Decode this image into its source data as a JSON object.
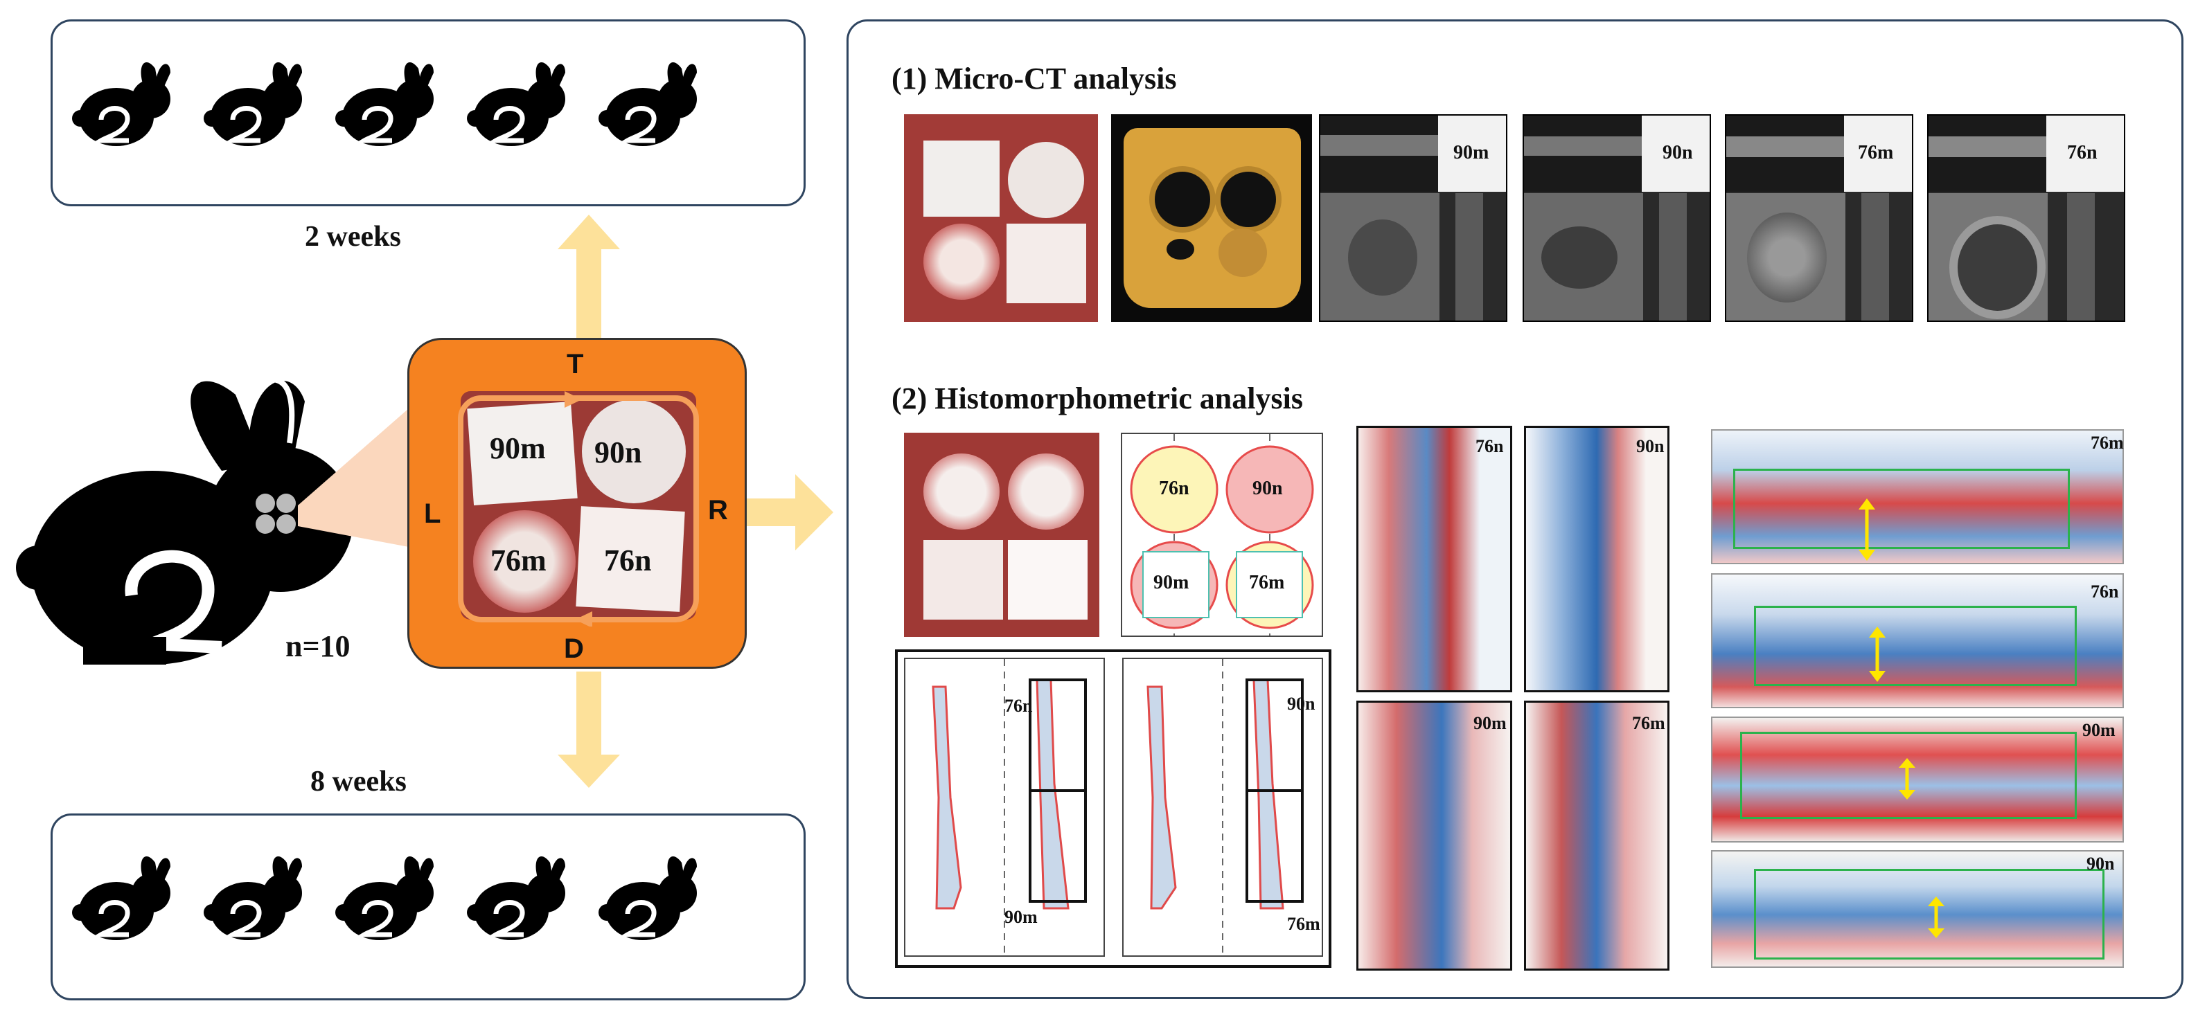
{
  "timepoints": {
    "early": "2 weeks",
    "late": "8 weeks"
  },
  "sample_size": "n=10",
  "defect_block": {
    "top": "T",
    "left": "L",
    "right": "R",
    "bottom": "D",
    "defects": [
      "90m",
      "90n",
      "76m",
      "76n"
    ]
  },
  "sections": {
    "microct": "(1) Micro-CT analysis",
    "histo": "(2) Histomorphometric analysis"
  },
  "microct_labels": [
    "90m",
    "90n",
    "76m",
    "76n"
  ],
  "circle_labels": [
    "76n",
    "90n",
    "90m",
    "76m"
  ],
  "strip_labels": {
    "left_top": "76n",
    "left_bottom": "90m",
    "right_top": "90n",
    "right_bottom": "76m"
  },
  "histo_tall_labels": [
    "76n",
    "90n",
    "90m",
    "76m"
  ],
  "histo_wide_labels": [
    "76m",
    "76n",
    "90m",
    "90n"
  ],
  "colors": {
    "panel_border": "#2f4560",
    "orange": "#f58220",
    "arrow": "#fde19a",
    "bone_red": "#d9262b",
    "stain_blue": "#3a7fc0"
  }
}
